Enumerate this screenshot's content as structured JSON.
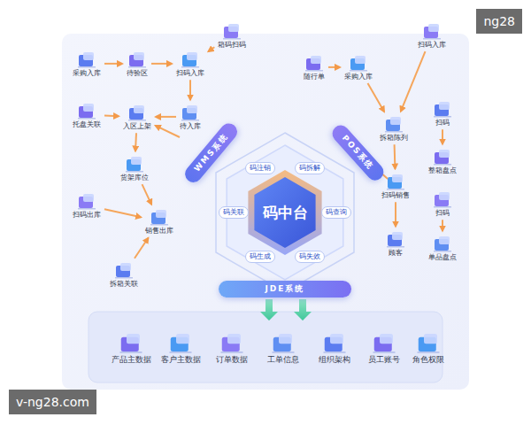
{
  "diagram": {
    "nodes": [
      {
        "text": [
          "采购入库"
        ]
      },
      {
        "text": [
          "待验区"
        ]
      },
      {
        "text": [
          "扫码入库"
        ]
      },
      {
        "text": [
          "箱码扫码"
        ]
      },
      {
        "text": [
          "待入库"
        ]
      },
      {
        "text": [
          "入区上架"
        ]
      },
      {
        "text": [
          "托盘关联"
        ]
      },
      {
        "text": [
          "货架库位"
        ]
      },
      {
        "text": [
          "扫码出库"
        ]
      },
      {
        "text": [
          "销售出库"
        ]
      },
      {
        "text": [
          "拆箱关联"
        ]
      },
      {
        "text": [
          "随行单"
        ]
      },
      {
        "text": [
          "采购入库"
        ]
      },
      {
        "text": [
          "扫码入库"
        ]
      },
      {
        "text": [
          "拆箱陈列"
        ]
      },
      {
        "text": [
          "扫码"
        ]
      },
      {
        "text": [
          "整箱盘点"
        ]
      },
      {
        "text": [
          "扫码销售"
        ]
      },
      {
        "text": [
          "扫码"
        ]
      },
      {
        "text": [
          "单品盘点"
        ]
      },
      {
        "text": [
          "顾客"
        ]
      },
      {
        "text": [
          "码中台"
        ]
      },
      {
        "text": [
          "码注销"
        ],
        "in": 21
      },
      {
        "text": [
          "码拆解"
        ],
        "in": 21
      },
      {
        "text": [
          "码关联"
        ],
        "in": 21
      },
      {
        "text": [
          "码查询"
        ],
        "in": 21
      },
      {
        "text": [
          "码生成"
        ],
        "in": 21
      },
      {
        "text": [
          "码失效"
        ],
        "in": 21
      },
      {
        "text": [
          "WMS系统"
        ]
      },
      {
        "text": [
          "POS系统"
        ]
      },
      {
        "text": [
          "JDE系统"
        ]
      },
      {
        "text": [
          "产品主数据"
        ]
      },
      {
        "text": [
          "客户主数据"
        ]
      },
      {
        "text": [
          "订单数据"
        ]
      },
      {
        "text": [
          "工单信息"
        ]
      },
      {
        "text": [
          "组织架构"
        ]
      },
      {
        "text": [
          "员工账号"
        ]
      },
      {
        "text": [
          "角色权限"
        ]
      }
    ],
    "edges": [
      {
        "from": 0,
        "to": 1,
        "arrow": "to"
      },
      {
        "from": 1,
        "to": 2,
        "arrow": "to"
      },
      {
        "from": 3,
        "to": 2,
        "arrow": "to"
      },
      {
        "from": 2,
        "to": 4,
        "arrow": "to"
      },
      {
        "from": 4,
        "to": 5,
        "arrow": "to"
      },
      {
        "from": 6,
        "to": 5,
        "arrow": "to"
      },
      {
        "from": 5,
        "to": 7,
        "arrow": "to"
      },
      {
        "from": 7,
        "to": 9,
        "arrow": "to"
      },
      {
        "from": 8,
        "to": 9,
        "arrow": "to"
      },
      {
        "from": 10,
        "to": 9,
        "arrow": "to"
      },
      {
        "from": 11,
        "to": 12,
        "arrow": "to"
      },
      {
        "from": 12,
        "to": 14,
        "arrow": "to"
      },
      {
        "from": 13,
        "to": 14,
        "arrow": "to"
      },
      {
        "from": 14,
        "to": 17,
        "arrow": "to"
      },
      {
        "from": 17,
        "to": 20,
        "arrow": "to"
      },
      {
        "from": 15,
        "to": 16,
        "arrow": "to"
      },
      {
        "from": 18,
        "to": 19,
        "arrow": "to"
      },
      {
        "from": 28,
        "to": 5,
        "arrow": "to"
      },
      {
        "from": 29,
        "to": 17,
        "arrow": "to"
      }
    ],
    "labels": [
      "ng28",
      "v-ng28.com"
    ]
  }
}
